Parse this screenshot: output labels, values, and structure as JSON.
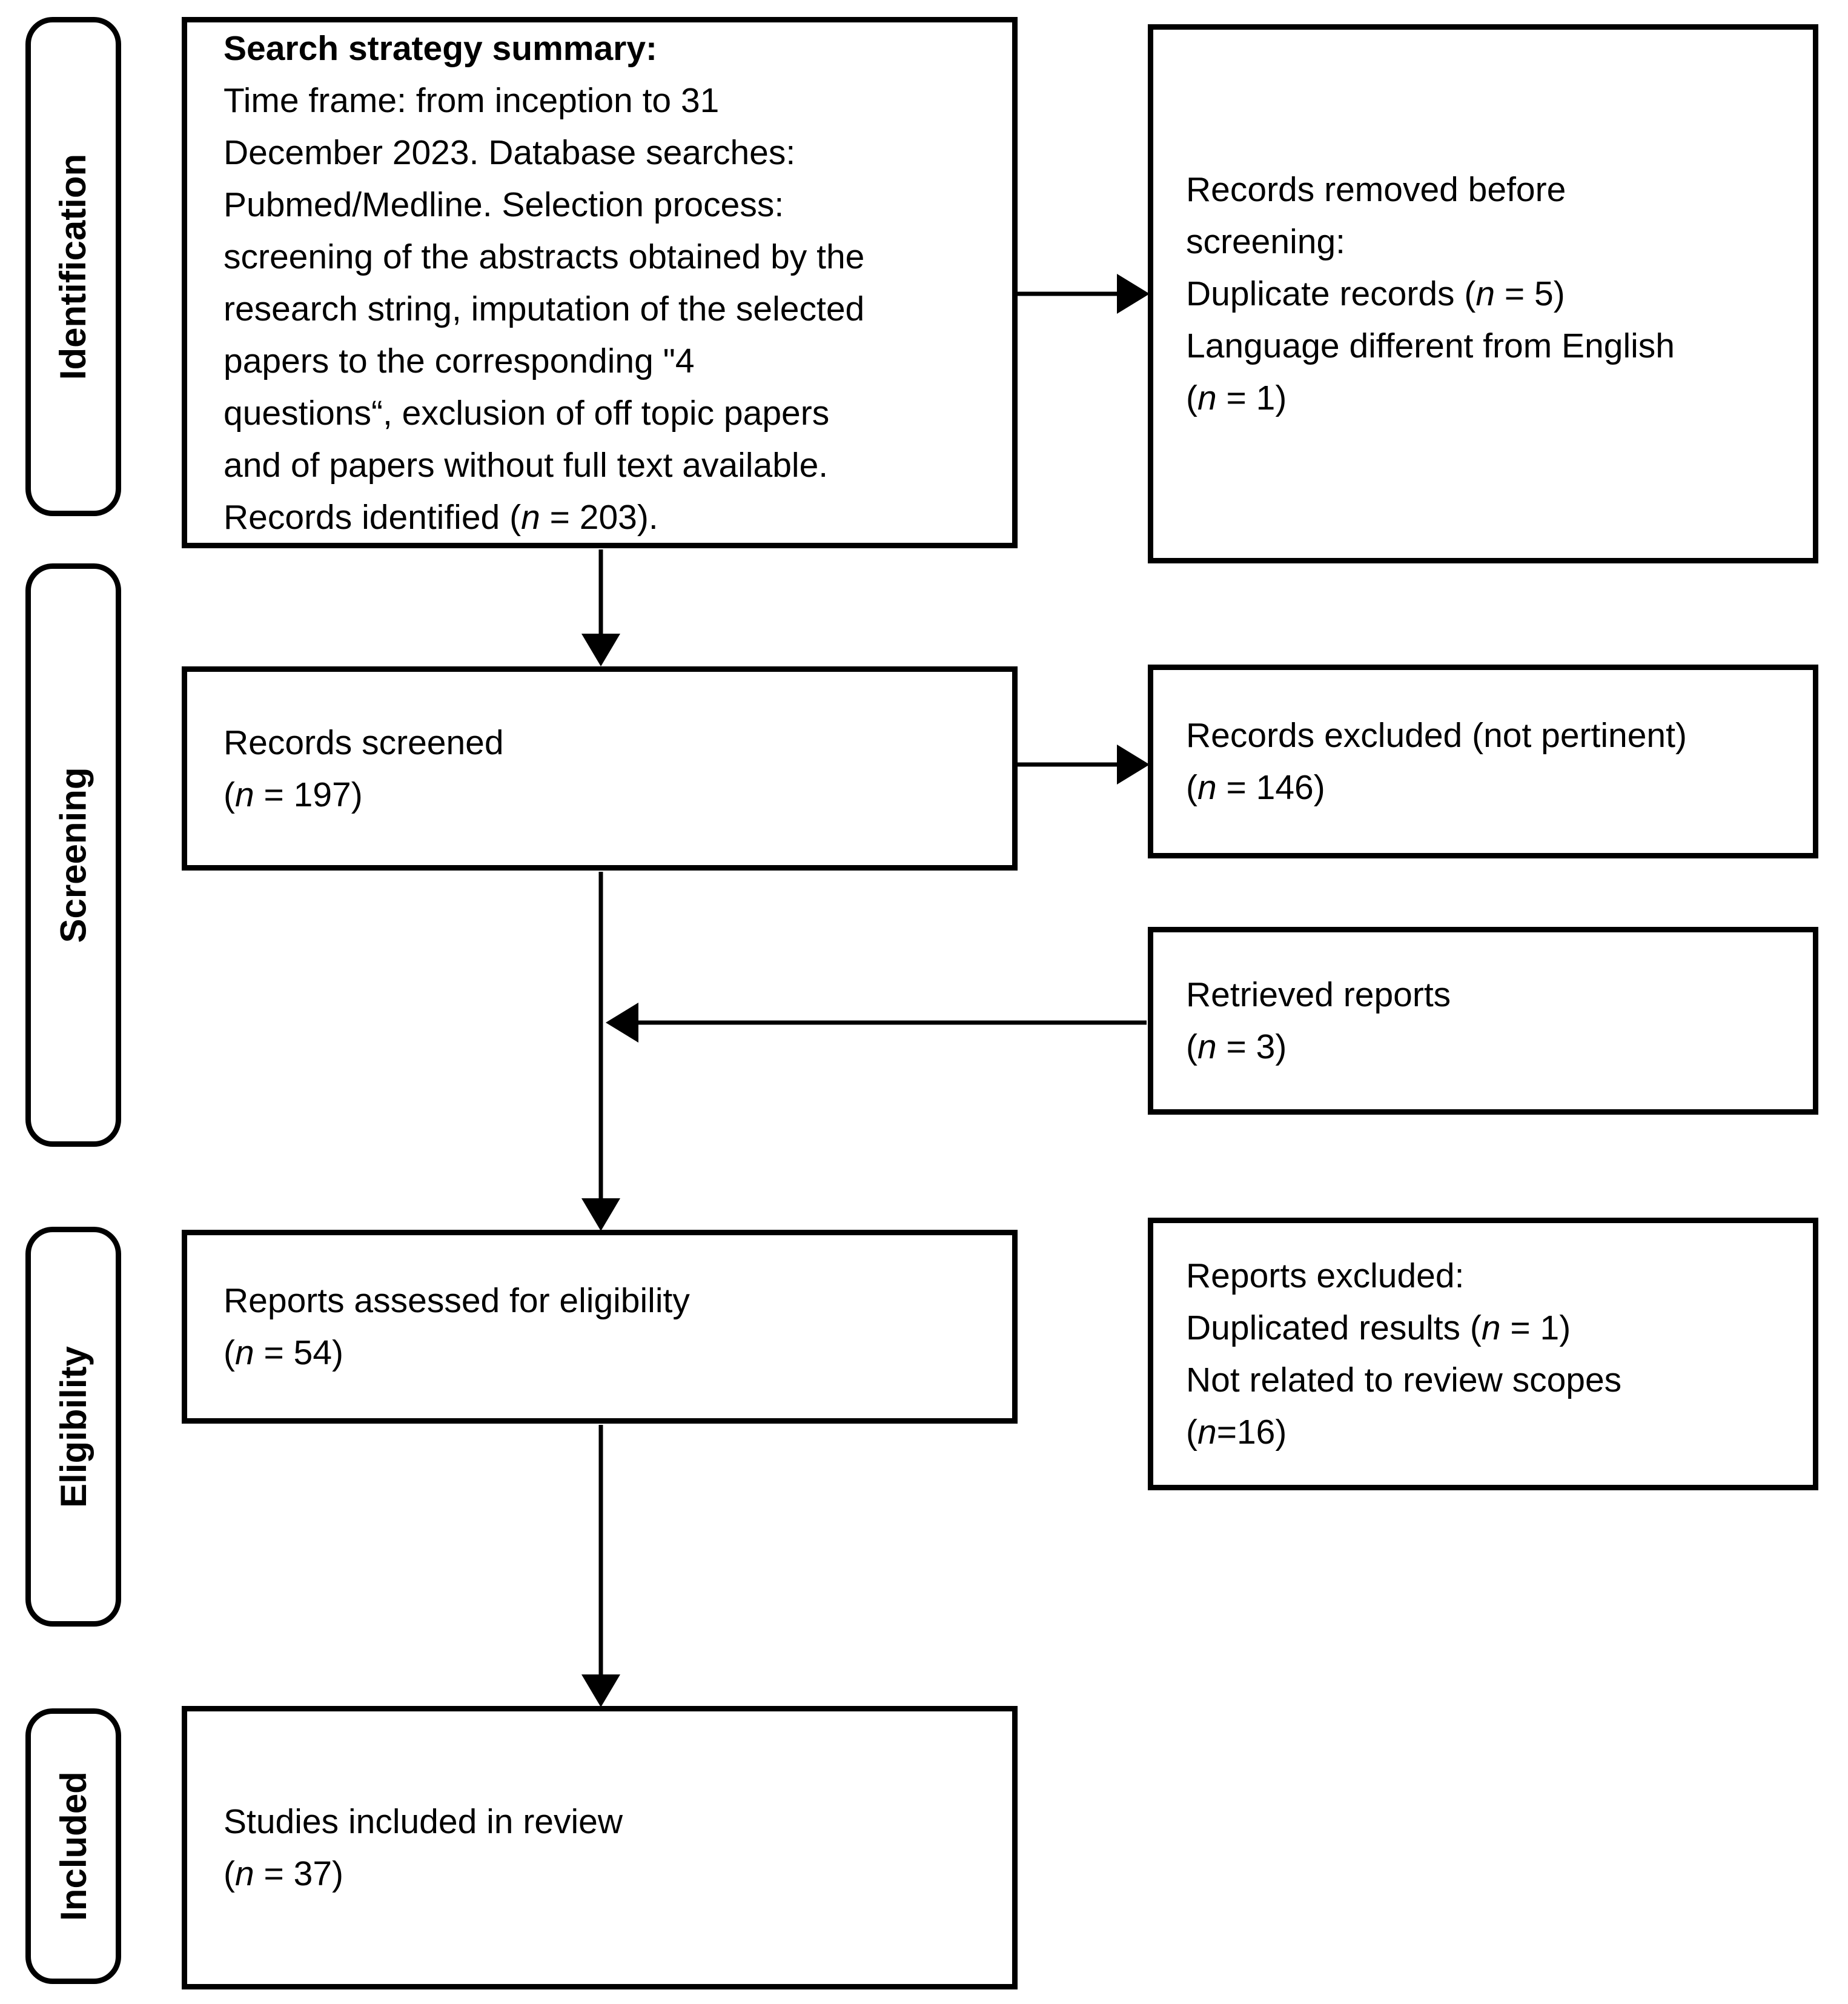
{
  "diagram": {
    "kind": "prisma-flow-diagram",
    "colors": {
      "line": "#000000",
      "background": "#ffffff",
      "text": "#000000"
    },
    "stages": [
      {
        "label": "Identification"
      },
      {
        "label": "Screening"
      },
      {
        "label": "Eligibility"
      },
      {
        "label": "Included"
      }
    ],
    "boxes": {
      "search_strategy": {
        "title": "Search strategy summary:",
        "lines": [
          "Time frame: from inception to 31",
          "December 2023. Database searches:",
          "Pubmed/Medline. Selection process:",
          "screening of the abstracts obtained by the",
          "research string, imputation of the selected",
          "papers to the corresponding \"4",
          "questions“, exclusion of off topic papers",
          "and of papers without full text available.",
          "Records identified (n = 203)."
        ]
      },
      "records_removed": {
        "lines": [
          "Records removed before",
          "screening:",
          "Duplicate records (n = 5)",
          "Language different from English",
          "(n = 1)"
        ]
      },
      "records_screened": {
        "lines": [
          "Records screened",
          "(n = 197)"
        ]
      },
      "records_excluded": {
        "lines": [
          "Records excluded (not pertinent)",
          "(n = 146)"
        ]
      },
      "retrieved_reports": {
        "lines": [
          "Retrieved reports",
          "(n = 3)"
        ]
      },
      "reports_assessed": {
        "lines": [
          "Reports assessed for eligibility",
          "(n = 54)"
        ]
      },
      "reports_excluded": {
        "lines": [
          "Reports excluded:",
          "Duplicated results (n = 1)",
          "Not related to review scopes",
          "(n=16)"
        ]
      },
      "studies_included": {
        "lines": [
          "Studies included in review",
          "(n = 37)"
        ]
      }
    }
  }
}
